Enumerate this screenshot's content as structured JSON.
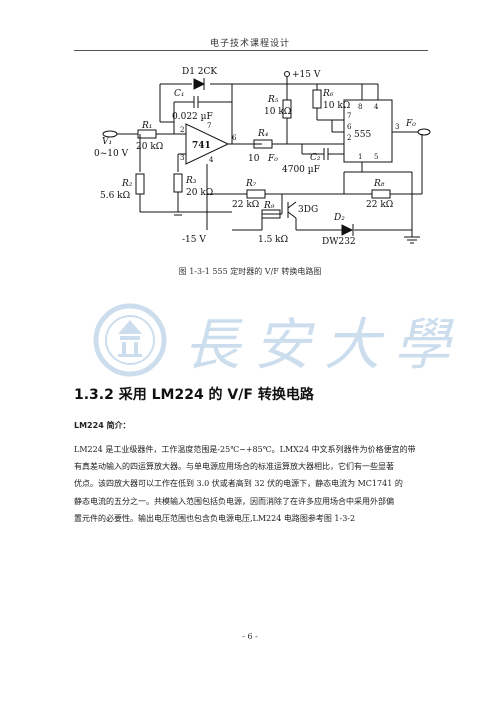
{
  "header": {
    "title": "电子技术课程设计"
  },
  "circuit": {
    "labels": {
      "d1": "D1 2CK",
      "vplus": "+15 V",
      "c1": "C₁",
      "c1_val": "0.022 µF",
      "r5": "R₅",
      "r5_val": "10 kΩ",
      "r6": "R₆",
      "r6_val": "10 kΩ",
      "chip555": "555",
      "pin8": "8",
      "pin4": "4",
      "pin7": "7",
      "pin6": "6",
      "pin2": "2",
      "pin3": "3",
      "pin1": "1",
      "pin5": "5",
      "fo_out": "F₀",
      "v1": "V₁",
      "v1_range": "0~10 V",
      "r1": "R₁",
      "r1_val": "20 kΩ",
      "opamp": "741",
      "op_pin2": "2",
      "op_pin3": "3",
      "op_pin6": "6",
      "op_pin7": "7",
      "op_pin4": "4",
      "r4": "R₄",
      "r4_val": "10",
      "r4_fo": "F₀",
      "c2": "C₂",
      "c2_val": "4700 µF",
      "r2": "R₂",
      "r2_val": "5.6 kΩ",
      "r3": "R₃",
      "r3_val": "20 kΩ",
      "r7": "R₇",
      "r7_val": "22 kΩ",
      "r8": "R₈",
      "r8_val": "22 kΩ",
      "transistor": "3DG",
      "r9": "R₉",
      "r9_val": "1.5 kΩ",
      "d2": "D₂",
      "d2_val": "DW232",
      "vminus": "-15 V"
    }
  },
  "caption": "图 1-3-1   555 定时器的 V/F 转换电路图",
  "watermark": {
    "text": "長安大學"
  },
  "section": {
    "title": "1.3.2 采用 LM224 的 V/F 转换电路",
    "subhead": "LM224 简介：",
    "lines": [
      "LM224 是工业级器件，工作温度范围是-25℃~+85℃。LMX24 中文系列器件为价格便宜的带",
      "有真差动输入的四运算放大器。与单电源应用场合的标准运算放大器相比，它们有一些显著",
      "优点。该四放大器可以工作在低到 3.0 伏或者高到 32 伏的电源下，静态电流为 MC1741 的",
      "静态电流的五分之一。共模输入范围包括负电源，因而消除了在许多应用场合中采用外部偏",
      "置元件的必要性。输出电压范围也包含负电源电压,LM224 电路图参考图 1-3-2"
    ]
  },
  "page_number": "- 6 -"
}
